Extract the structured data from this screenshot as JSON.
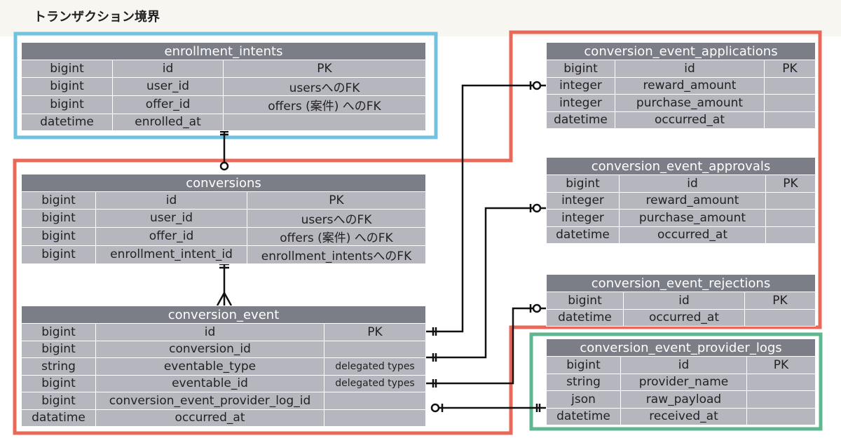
{
  "title": "トランザクション境界",
  "colors": {
    "header": "#7b7e87",
    "cell": "#b6b6be",
    "boundary_blue": "#6fc3e0",
    "boundary_red": "#e8685a",
    "boundary_green": "#5fb78f"
  },
  "tables": {
    "enrollment_intents": {
      "name": "enrollment_intents",
      "rows": [
        [
          "bigint",
          "id",
          "PK"
        ],
        [
          "bigint",
          "user_id",
          "usersへのFK"
        ],
        [
          "bigint",
          "offer_id",
          "offers (案件) へのFK"
        ],
        [
          "datetime",
          "enrolled_at",
          ""
        ]
      ]
    },
    "conversions": {
      "name": "conversions",
      "rows": [
        [
          "bigint",
          "id",
          "PK"
        ],
        [
          "bigint",
          "user_id",
          "usersへのFK"
        ],
        [
          "bigint",
          "offer_id",
          "offers (案件) へのFK"
        ],
        [
          "bigint",
          "enrollment_intent_id",
          "enrollment_intentsへのFK"
        ]
      ]
    },
    "conversion_event": {
      "name": "conversion_event",
      "rows": [
        [
          "bigint",
          "id",
          "PK"
        ],
        [
          "bigint",
          "conversion_id",
          ""
        ],
        [
          "string",
          "eventable_type",
          "delegated types"
        ],
        [
          "bigint",
          "eventable_id",
          "delegated types"
        ],
        [
          "bigint",
          "conversion_event_provider_log_id",
          ""
        ],
        [
          "datatime",
          "occurred_at",
          ""
        ]
      ]
    },
    "applications": {
      "name": "conversion_event_applications",
      "rows": [
        [
          "bigint",
          "id",
          "PK"
        ],
        [
          "integer",
          "reward_amount",
          ""
        ],
        [
          "integer",
          "purchase_amount",
          ""
        ],
        [
          "datetime",
          "occurred_at",
          ""
        ]
      ]
    },
    "approvals": {
      "name": "conversion_event_approvals",
      "rows": [
        [
          "bigint",
          "id",
          "PK"
        ],
        [
          "integer",
          "reward_amount",
          ""
        ],
        [
          "integer",
          "purchase_amount",
          ""
        ],
        [
          "datetime",
          "occurred_at",
          ""
        ]
      ]
    },
    "rejections": {
      "name": "conversion_event_rejections",
      "rows": [
        [
          "bigint",
          "id",
          "PK"
        ],
        [
          "datetime",
          "occurred_at",
          ""
        ]
      ]
    },
    "provider_logs": {
      "name": "conversion_event_provider_logs",
      "rows": [
        [
          "bigint",
          "id",
          "PK"
        ],
        [
          "string",
          "provider_name",
          ""
        ],
        [
          "json",
          "raw_payload",
          ""
        ],
        [
          "datetime",
          "received_at",
          ""
        ]
      ]
    }
  }
}
